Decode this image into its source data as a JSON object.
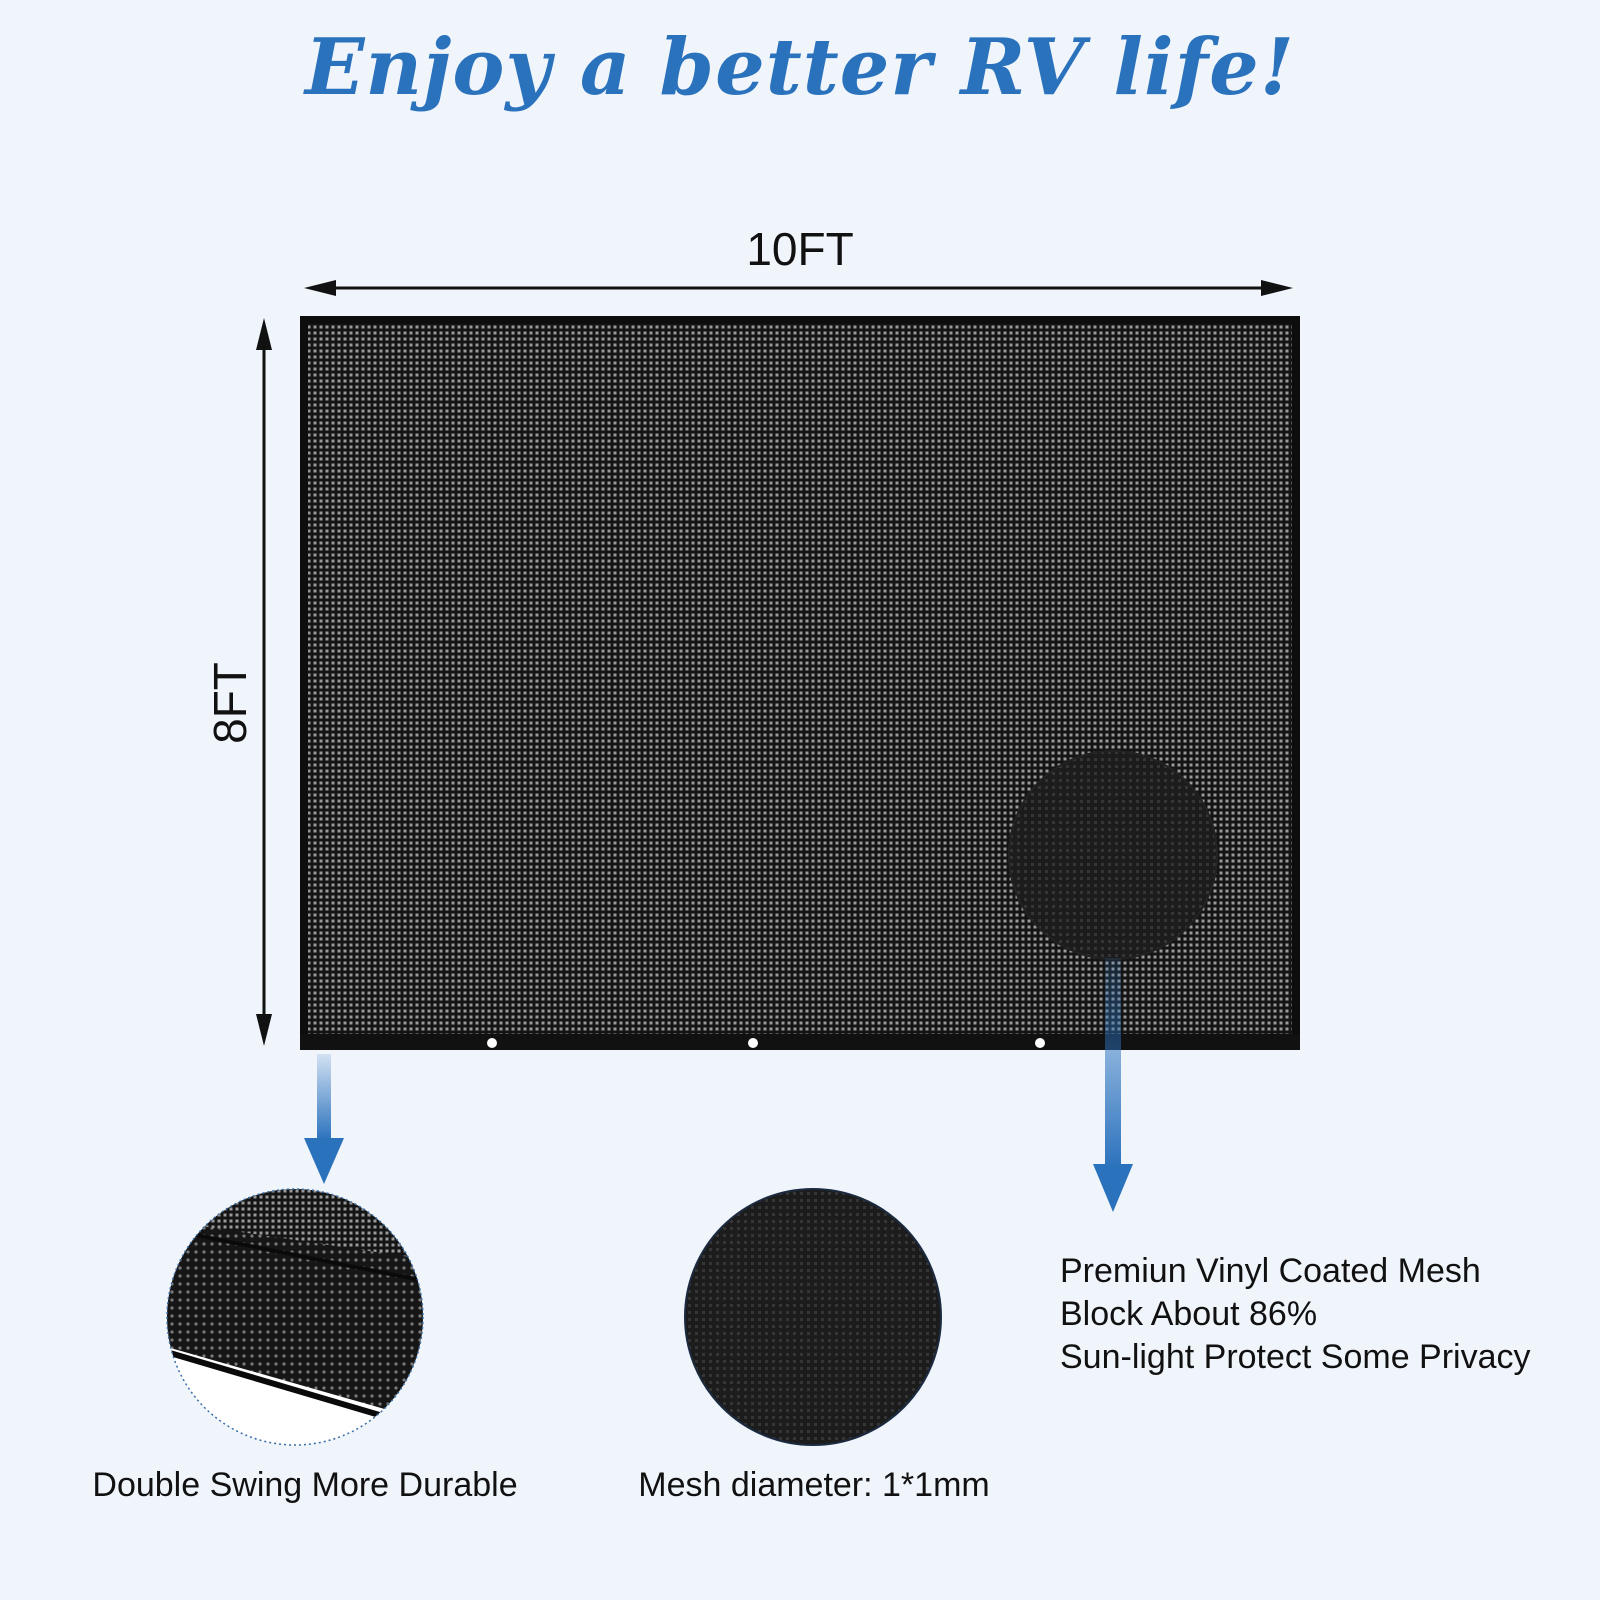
{
  "headline": "Enjoy a better RV life!",
  "dimensions": {
    "width_label": "10FT",
    "height_label": "8FT"
  },
  "captions": {
    "edge": "Double Swing More Durable",
    "mesh": "Mesh diameter: 1*1mm"
  },
  "features": [
    "Premiun Vinyl Coated Mesh",
    "Block About 86%",
    "Sun-light Protect Some Privacy"
  ],
  "colors": {
    "background": "#f0f5fc",
    "accent_blue": "#2b72bd",
    "mesh_black": "#1a1a1a"
  }
}
